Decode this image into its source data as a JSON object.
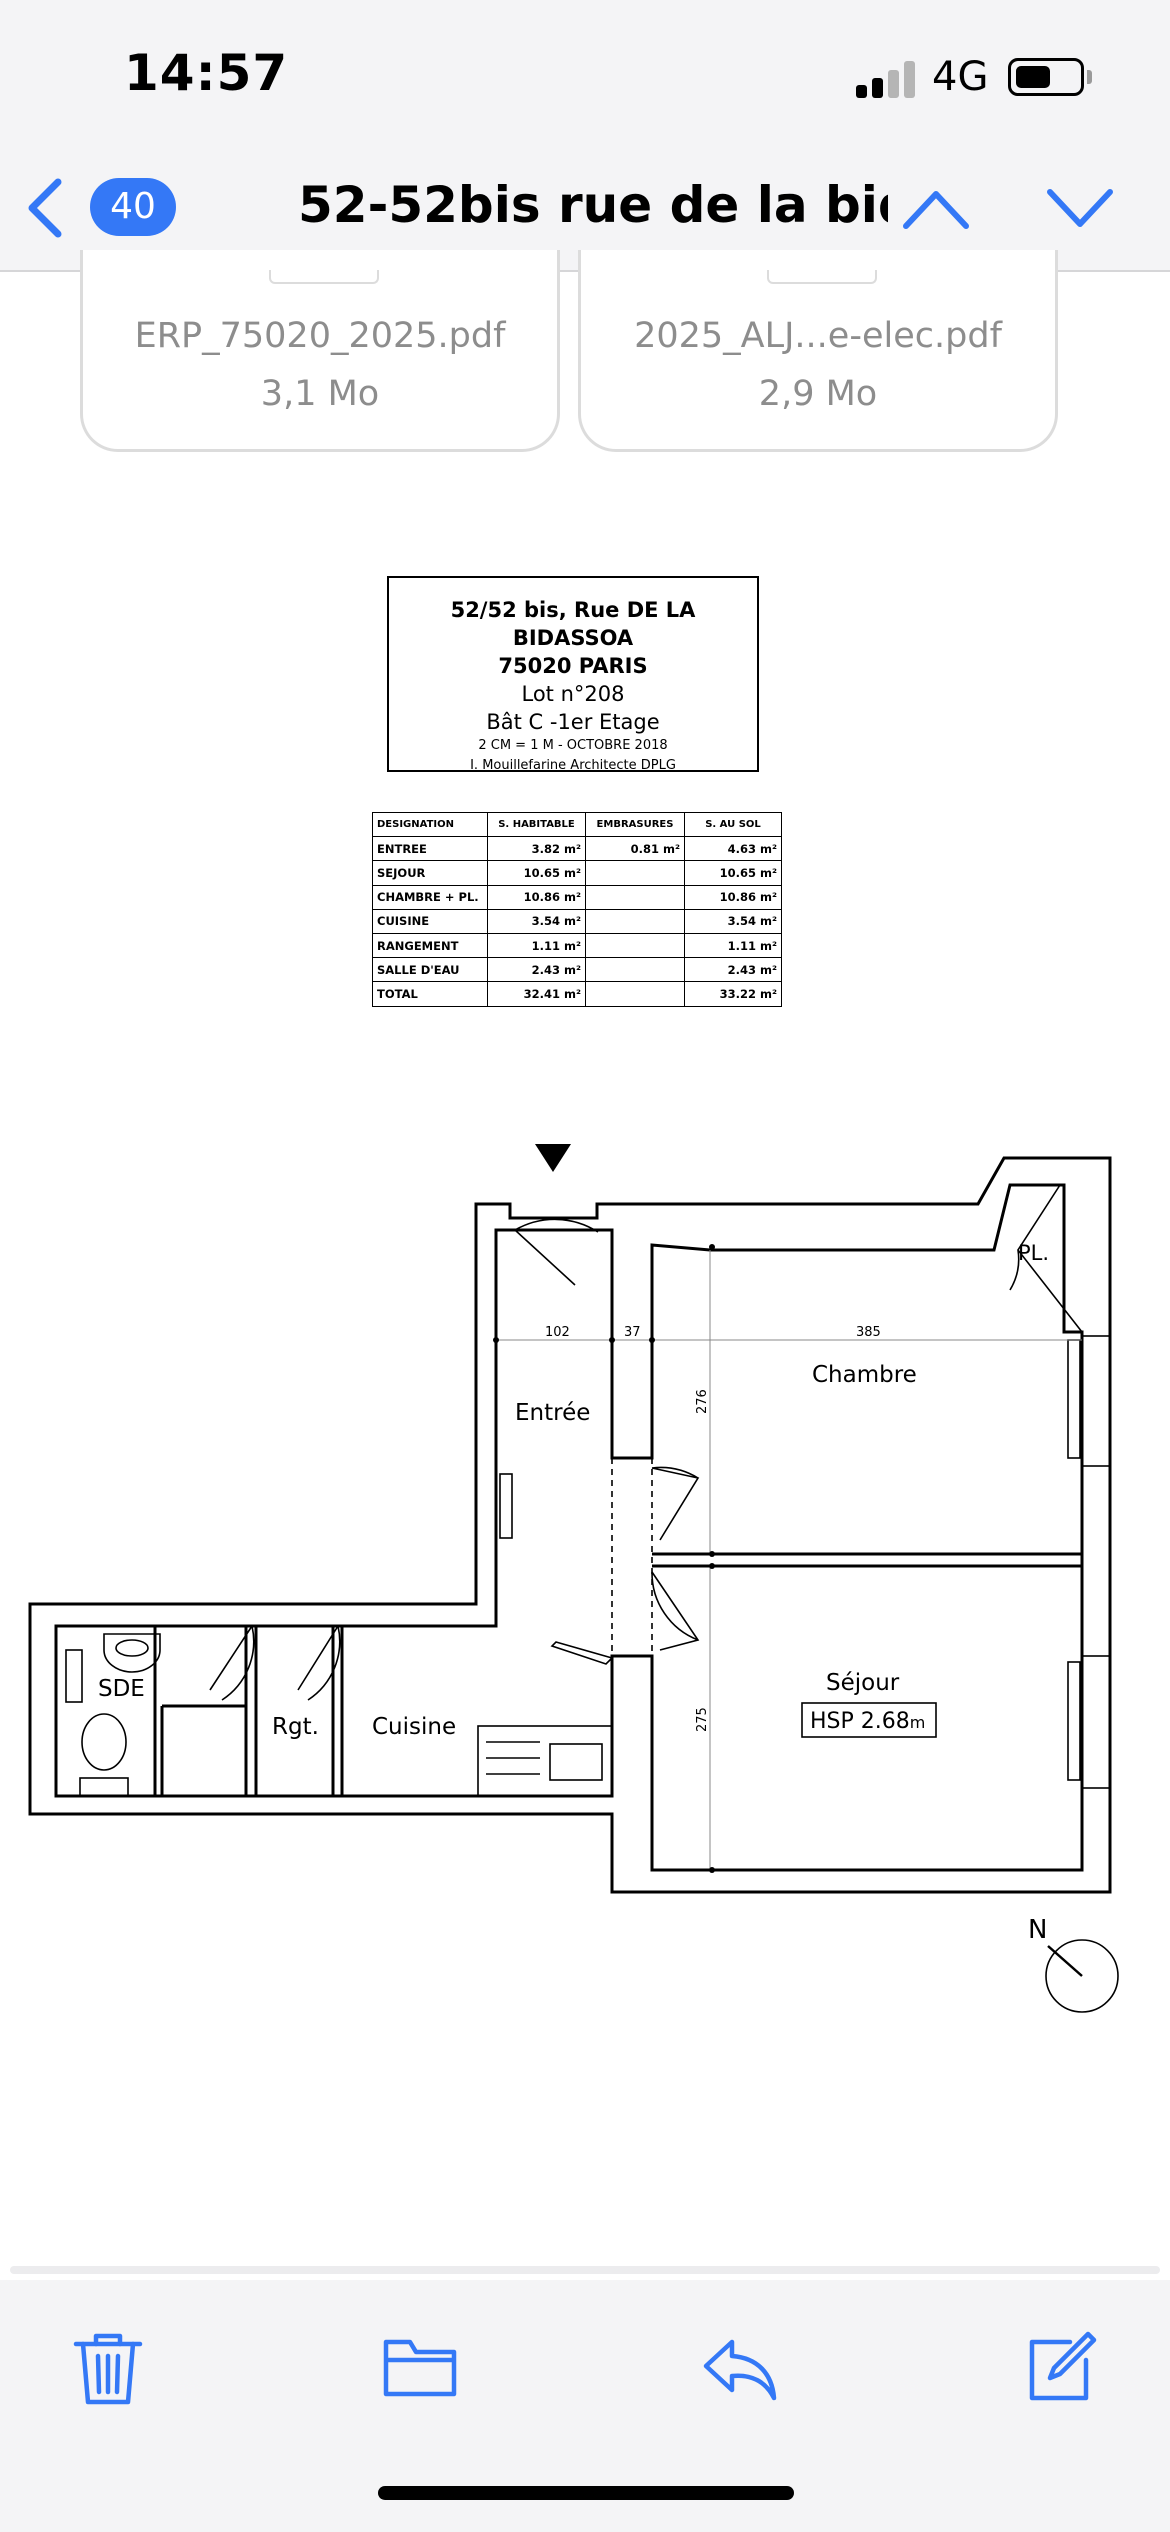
{
  "status_bar": {
    "time": "14:57",
    "network": "4G",
    "signal_icon": "cellular-signal-icon",
    "battery_icon": "battery-icon"
  },
  "nav": {
    "back_icon": "chevron-left-icon",
    "message_count": "40",
    "title": "52-52bis rue de la bid...",
    "prev_icon": "chevron-up-icon",
    "next_icon": "chevron-down-icon",
    "accent": "#3478f6"
  },
  "attachments": [
    {
      "name": "ERP_75020_2025.pdf",
      "size": "3,1 Mo"
    },
    {
      "name": "2025_ALJ...e-elec.pdf",
      "size": "2,9 Mo"
    }
  ],
  "plan": {
    "cartouche": [
      "52/52 bis, Rue DE LA BIDASSOA",
      "75020 PARIS",
      "Lot n°208",
      "Bât C -1er Etage",
      "2 CM = 1 M - OCTOBRE 2018",
      "I. Mouillefarine Architecte DPLG"
    ],
    "table": {
      "headers": [
        "DESIGNATION",
        "S. HABITABLE",
        "EMBRASURES",
        "S. AU SOL"
      ],
      "rows": [
        [
          "ENTREE",
          "3.82 m²",
          "0.81 m²",
          "4.63 m²"
        ],
        [
          "SEJOUR",
          "10.65 m²",
          "",
          "10.65 m²"
        ],
        [
          "CHAMBRE + PL.",
          "10.86 m²",
          "",
          "10.86 m²"
        ],
        [
          "CUISINE",
          "3.54 m²",
          "",
          "3.54 m²"
        ],
        [
          "RANGEMENT",
          "1.11 m²",
          "",
          "1.11 m²"
        ],
        [
          "SALLE D'EAU",
          "2.43 m²",
          "",
          "2.43 m²"
        ],
        [
          "TOTAL",
          "32.41 m²",
          "",
          "33.22 m²"
        ]
      ]
    },
    "rooms": {
      "entree": "Entrée",
      "chambre": "Chambre",
      "sejour": "Séjour",
      "cuisine": "Cuisine",
      "sde": "SDE",
      "rgt": "Rgt.",
      "pl": "PL.",
      "hsp": "HSP 2.68",
      "hsp_unit": "m"
    },
    "dimensions": {
      "d1": "102",
      "d2": "37",
      "d3": "385",
      "d4": "276",
      "d5": "275"
    },
    "north": "N"
  },
  "toolbar": {
    "trash_icon": "trash-icon",
    "folder_icon": "folder-icon",
    "reply_icon": "reply-icon",
    "compose_icon": "compose-icon"
  }
}
